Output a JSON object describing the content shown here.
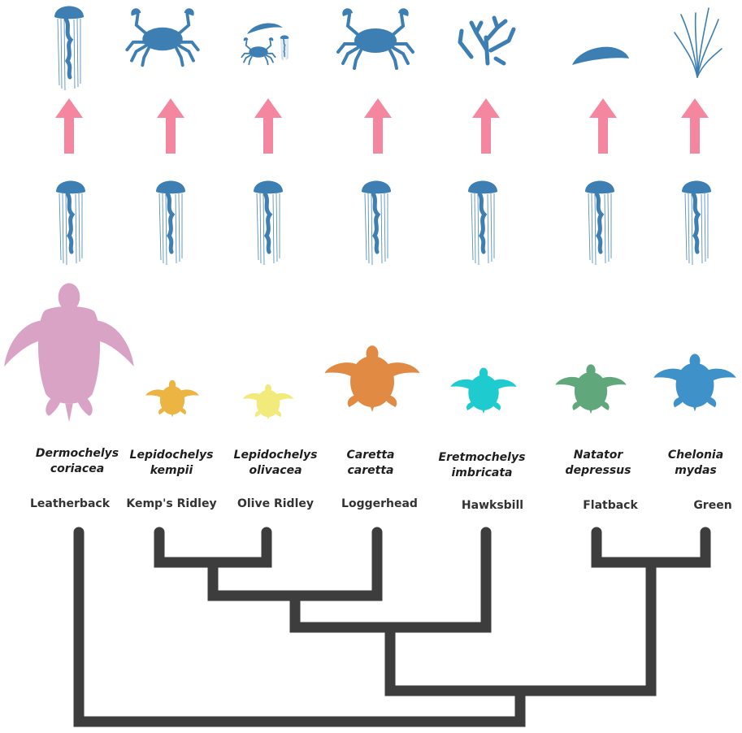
{
  "colors": {
    "prey": "#3d7eb3",
    "arrow": "#f4869f",
    "tree": "#3d3d3d"
  },
  "species": [
    {
      "id": "leatherback",
      "genus": "Dermochelys",
      "epithet": "coriacea",
      "common": "Leatherback",
      "color": "#d9a3c6",
      "diet_icon": "jellyfish-icon"
    },
    {
      "id": "kemps-ridley",
      "genus": "Lepidochelys",
      "epithet": "kempii",
      "common": "Kemp's Ridley",
      "color": "#ebb443",
      "diet_icon": "crab-icon"
    },
    {
      "id": "olive-ridley",
      "genus": "Lepidochelys",
      "epithet": "olivacea",
      "common": "Olive Ridley",
      "color": "#f2ea7a",
      "diet_icon": "mixed-invertebrates-icon"
    },
    {
      "id": "loggerhead",
      "genus": "Caretta",
      "epithet": "caretta",
      "common": "Loggerhead",
      "color": "#e08a43",
      "diet_icon": "crab-icon"
    },
    {
      "id": "hawksbill",
      "genus": "Eretmochelys",
      "epithet": "imbricata",
      "common": "Hawksbill",
      "color": "#1ecbcf",
      "diet_icon": "sponge-icon"
    },
    {
      "id": "flatback",
      "genus": "Natator",
      "epithet": "depressus",
      "common": "Flatback",
      "color": "#60a87c",
      "diet_icon": "sea-cucumber-icon"
    },
    {
      "id": "green",
      "genus": "Chelonia",
      "epithet": "mydas",
      "common": "Green",
      "color": "#3f91c9",
      "diet_icon": "seagrass-icon"
    }
  ]
}
